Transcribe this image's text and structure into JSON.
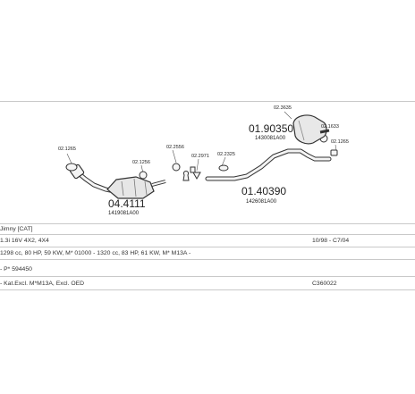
{
  "diagram": {
    "parts": [
      {
        "id": "p_021265_left",
        "label": "02.1265"
      },
      {
        "id": "p_021256",
        "label": "02.1256"
      },
      {
        "id": "p_022556",
        "label": "02.2556"
      },
      {
        "id": "p_022971",
        "label": "02.2971"
      },
      {
        "id": "p_022325",
        "label": "02.2325"
      },
      {
        "id": "p_023635",
        "label": "02.3635"
      },
      {
        "id": "p_021633",
        "label": "02.1633"
      },
      {
        "id": "p_021265_right",
        "label": "02.1265"
      },
      {
        "id": "p_044111",
        "label": "04.4111",
        "ref": "1419081A00"
      },
      {
        "id": "p_0190350",
        "label": "01.90350",
        "ref": "1430081A00"
      },
      {
        "id": "p_0140390",
        "label": "01.40390",
        "ref": "1426081A00"
      }
    ]
  },
  "info": {
    "model": "Jimny [CAT]",
    "engine": "1.3i 16V 4X2, 4X4",
    "period": "10/98 - C7/04",
    "specs": "1298 cc, 80 HP, 59 KW, M* 01000 - 1320 cc, 83 HP, 61 KW, M* M13A -",
    "note1": "- P* 594450",
    "note2": "- Kat.Excl. M*M13A, Excl. OED",
    "code": "C360022"
  }
}
